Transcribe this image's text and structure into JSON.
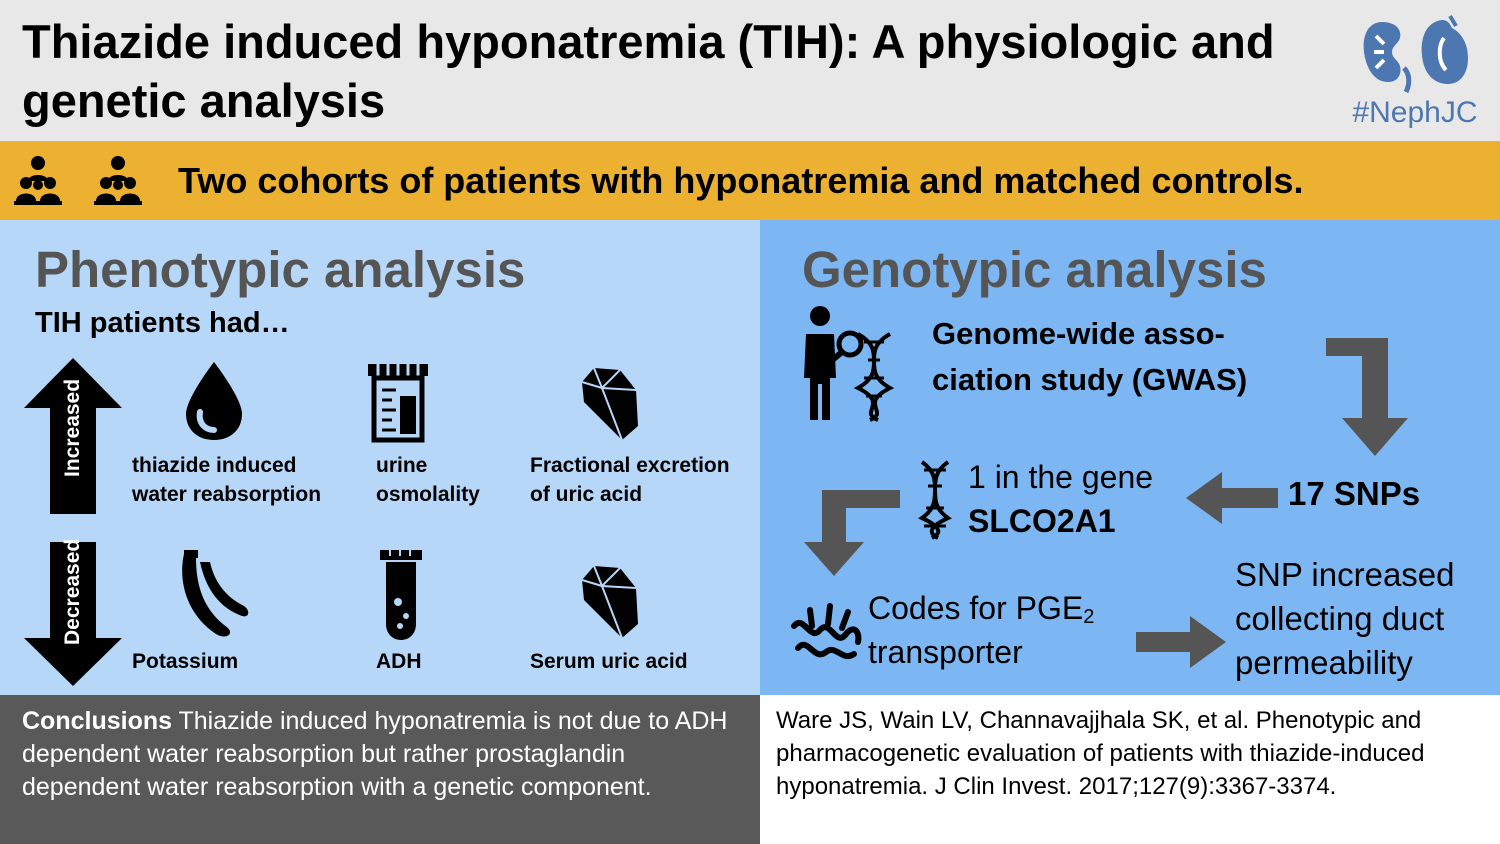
{
  "title": "Thiazide induced hyponatremia (TIH): A physiologic and genetic analysis",
  "logo": {
    "text": "#NephJC",
    "icon": "kidney-icon"
  },
  "cohorts": {
    "text": "Two cohorts of patients with hyponatremia and matched controls.",
    "icon": "people-group-icon"
  },
  "phenotypic": {
    "title": "Phenotypic analysis",
    "subtitle": "TIH patients had…",
    "increased_label": "Increased",
    "decreased_label": "Decreased",
    "increased": [
      {
        "icon": "water-drop-icon",
        "label_line1": "thiazide induced",
        "label_line2": "water reabsorption"
      },
      {
        "icon": "urine-cup-icon",
        "label_line1": "urine",
        "label_line2": "osmolality"
      },
      {
        "icon": "crystal-icon",
        "label_line1": "Fractional excretion",
        "label_line2": "of uric acid"
      }
    ],
    "decreased": [
      {
        "icon": "banana-icon",
        "label": "Potassium"
      },
      {
        "icon": "test-tube-icon",
        "label": "ADH"
      },
      {
        "icon": "crystal-icon",
        "label": "Serum uric acid"
      }
    ]
  },
  "genotypic": {
    "title": "Genotypic analysis",
    "gwas_line1": "Genome-wide asso-",
    "gwas_line2": "ciation study (GWAS)",
    "snps": "17 SNPs",
    "gene_line1": "1 in the gene",
    "gene_line2": "SLCO2A1",
    "codes_line1": "Codes for PGE",
    "codes_sub": "2",
    "codes_line2": "transporter",
    "result_line1": "SNP increased",
    "result_line2": "collecting duct",
    "result_line3": "permeability"
  },
  "conclusions": {
    "label": "Conclusions",
    "text": " Thiazide induced hyponatremia is not due to ADH dependent water reabsorption but rather prostaglandin dependent water reabsorption with a genetic component."
  },
  "citation": "Ware JS, Wain LV, Channavajjhala SK, et al. Phenotypic and pharmacogenetic evaluation of patients with thiazide-induced hyponatremia. J Clin Invest. 2017;127(9):3367-3374.",
  "colors": {
    "header_bg": "#e8e8e8",
    "cohort_band": "#edb132",
    "phenotypic_bg": "#b7d7f9",
    "genotypic_bg": "#7cb7f3",
    "conclusion_bg": "#595959",
    "arrow_gray": "#555555",
    "logo_blue": "#4d77b1"
  }
}
